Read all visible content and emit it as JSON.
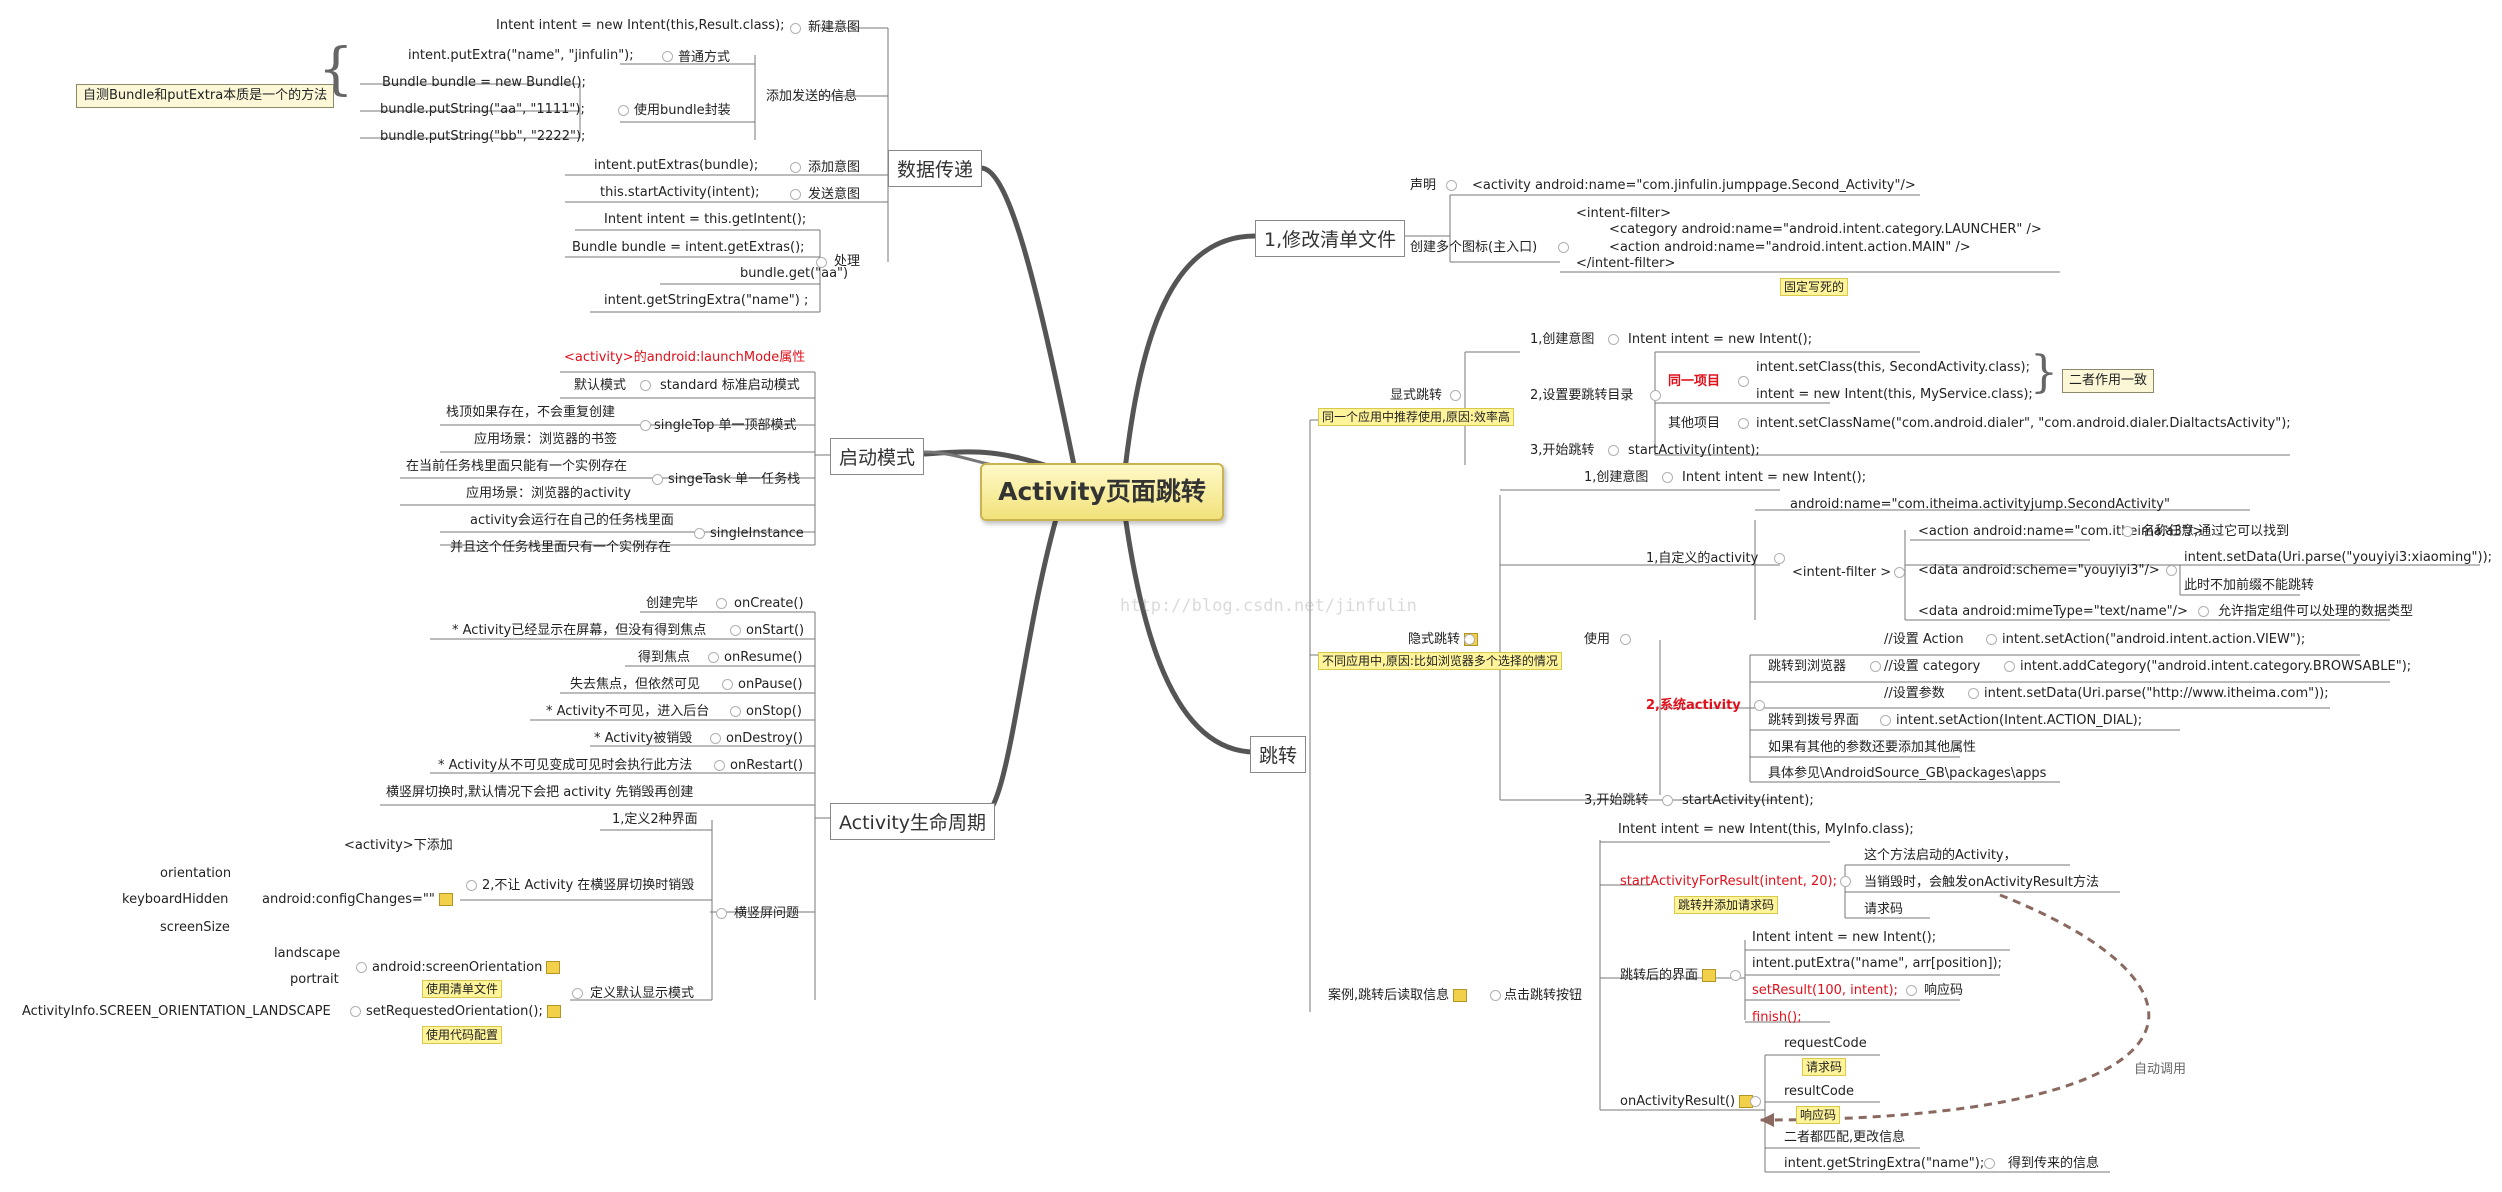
{
  "root": {
    "title": "Activity页面跳转"
  },
  "watermark": "http://blog.csdn.net/jinfulin",
  "colors": {
    "red": "#e0101b",
    "highlight": "#fff49a",
    "note": "#fbf7d7"
  },
  "data_transfer": {
    "title": "数据传递",
    "new_intent": {
      "code": "Intent intent = new Intent(this,Result.class);",
      "label": "新建意图"
    },
    "add_info": {
      "label": "添加发送的信息",
      "normal": {
        "code": "intent.putExtra(\"name\", \"jinfulin\");",
        "label": "普通方式"
      },
      "bundle": {
        "label": "使用bundle封装",
        "lines": [
          "Bundle bundle = new Bundle();",
          "bundle.putString(\"aa\", \"1111\");",
          "bundle.putString(\"bb\", \"2222\");"
        ]
      }
    },
    "note": "自测Bundle和putExtra本质是一个的方法",
    "add_intent": {
      "code": "intent.putExtras(bundle);",
      "label": "添加意图"
    },
    "send_intent": {
      "code": "this.startActivity(intent);",
      "label": "发送意图"
    },
    "handle": {
      "label": "处理",
      "lines": [
        "Intent intent = this.getIntent();",
        "Bundle bundle =  intent.getExtras();",
        "bundle.get(\"aa\")",
        "intent.getStringExtra(\"name\") ;"
      ]
    }
  },
  "launch_mode": {
    "title": "启动模式",
    "header": "<activity>的android:launchMode属性",
    "standard": {
      "left": "默认模式",
      "label": "standard 标准启动模式"
    },
    "single_top": {
      "label": "singleTop 单一顶部模式",
      "lines": [
        "栈顶如果存在，不会重复创建",
        "应用场景：浏览器的书签"
      ]
    },
    "single_task": {
      "label": "singeTask 单一任务栈",
      "lines": [
        "在当前任务栈里面只能有一个实例存在",
        "应用场景：浏览器的activity"
      ]
    },
    "single_instance": {
      "label": "singleInstance",
      "lines": [
        "activity会运行在自己的任务栈里面",
        "并且这个任务栈里面只有一个实例存在"
      ]
    }
  },
  "lifecycle": {
    "title": "Activity生命周期",
    "methods": [
      {
        "desc": "创建完毕",
        "name": "onCreate()"
      },
      {
        "desc": "* Activity已经显示在屏幕，但没有得到焦点",
        "name": "onStart()"
      },
      {
        "desc": "得到焦点",
        "name": "onResume()"
      },
      {
        "desc": "失去焦点，但依然可见",
        "name": "onPause()"
      },
      {
        "desc": "* Activity不可见，进入后台",
        "name": "onStop()"
      },
      {
        "desc": "* Activity被销毁",
        "name": "onDestroy()"
      },
      {
        "desc": "* Activity从不可见变成可见时会执行此方法",
        "name": "onRestart()"
      }
    ],
    "rotation": {
      "label": "横竖屏问题",
      "desc": "横竖屏切换时,默认情况下会把 activity 先销毁再创建",
      "step1": "1,定义2种界面",
      "step2": {
        "label": "2,不让 Activity 在横竖屏切换时销毁",
        "add_to": "<activity>下添加",
        "config": "android:configChanges=\"\"",
        "options": [
          "orientation",
          "keyboardHidden",
          "screenSize"
        ]
      },
      "default_mode": {
        "label": "定义默认显示模式",
        "screen": "android:screenOrientation",
        "screen_opts": [
          "landscape",
          "portrait"
        ],
        "screen_note": "使用清单文件",
        "code_left": "ActivityInfo.SCREEN_ORIENTATION_LANDSCAPE",
        "code": "setRequestedOrientation();",
        "code_note": "使用代码配置"
      }
    }
  },
  "manifest": {
    "title": "1,修改清单文件",
    "declare": {
      "label": "声明",
      "code": "<activity android:name=\"com.jinfulin.jumppage.Second_Activity\"/>"
    },
    "icons": {
      "label": "创建多个图标(主入口)",
      "lines": [
        "<intent-filter>",
        "        <category android:name=\"android.intent.category.LAUNCHER\" />",
        "        <action android:name=\"android.intent.action.MAIN\" />",
        "</intent-filter>"
      ],
      "note": "固定写死的"
    }
  },
  "jump": {
    "title": "跳转",
    "explicit": {
      "label": "显式跳转",
      "note": "同一个应用中推荐使用,原因:效率高",
      "step1": {
        "label": "1,创建意图",
        "code": "Intent intent = new Intent();"
      },
      "step2": {
        "label": "2,设置要跳转目录",
        "same": "同一项目",
        "same_lines": [
          "intent.setClass(this, SecondActivity.class);",
          "intent = new Intent(this, MyService.class);"
        ],
        "same_note": "二者作用一致",
        "other": "其他项目",
        "other_code": "intent.setClassName(\"com.android.dialer\", \"com.android.dialer.DialtactsActivity\");"
      },
      "step3": {
        "label": "3,开始跳转",
        "code": "startActivity(intent);"
      }
    },
    "implicit": {
      "label": "隐式跳转",
      "note": "不同应用中,原因:比如浏览器多个选择的情况",
      "step1": {
        "label": "1,创建意图",
        "code": "Intent intent = new Intent();"
      },
      "use": "使用",
      "custom": {
        "label": "1,自定义的activity",
        "name": "android:name=\"com.itheima.activityjump.SecondActivity\"",
        "filter": "<intent-filter >",
        "action": "<action android:name=\"com.itheima.a3\"/>",
        "action_desc": "名称任意,通过它可以找到",
        "data": "<data android:scheme=\"youyiyi3\"/>",
        "data_code": "intent.setData(Uri.parse(\"youyiyi3:xiaoming\"));",
        "data_desc": "此时不加前缀不能跳转",
        "mime": "<data android:mimeType=\"text/name\"/>",
        "mime_desc": "允许指定组件可以处理的数据类型"
      },
      "system": {
        "label": "2,系统activity",
        "browser": "跳转到浏览器",
        "browser_items": [
          {
            "k": "//设置 Action",
            "v": "intent.setAction(\"android.intent.action.VIEW\");"
          },
          {
            "k": "//设置 category",
            "v": "intent.addCategory(\"android.intent.category.BROWSABLE\");"
          },
          {
            "k": "//设置参数",
            "v": "intent.setData(Uri.parse(\"http://www.itheima.com\"));"
          }
        ],
        "dial": "跳转到拨号界面",
        "dial_code": "intent.setAction(Intent.ACTION_DIAL);",
        "other1": "如果有其他的参数还要添加其他属性",
        "other2": "具体参见\\AndroidSource_GB\\packages\\apps"
      },
      "step3": {
        "label": "3,开始跳转",
        "code": "startActivity(intent);"
      }
    },
    "case": {
      "label": "案例,跳转后读取信息",
      "click": "点击跳转按钮",
      "intent_code": "Intent intent = new Intent(this, MyInfo.class);",
      "start_result": "startActivityForResult(intent, 20);",
      "start_note": "跳转并添加请求码",
      "start_lines": [
        "这个方法启动的Activity，",
        "当销毁时，会触发onActivityResult方法",
        "请求码"
      ],
      "after": "跳转后的界面",
      "after_lines": [
        "Intent intent = new Intent();",
        "intent.putExtra(\"name\", arr[position]);"
      ],
      "set_result": "setResult(100, intent);",
      "set_result_desc": "响应码",
      "finish": "finish();",
      "on_result": "onActivityResult()",
      "request_code": "requestCode",
      "request_note": "请求码",
      "result_code": "resultCode",
      "result_note": "响应码",
      "match": "二者都匹配,更改信息",
      "get_info": "intent.getStringExtra(\"name\");",
      "get_info_desc": "得到传来的信息",
      "auto_call": "自动调用"
    }
  }
}
